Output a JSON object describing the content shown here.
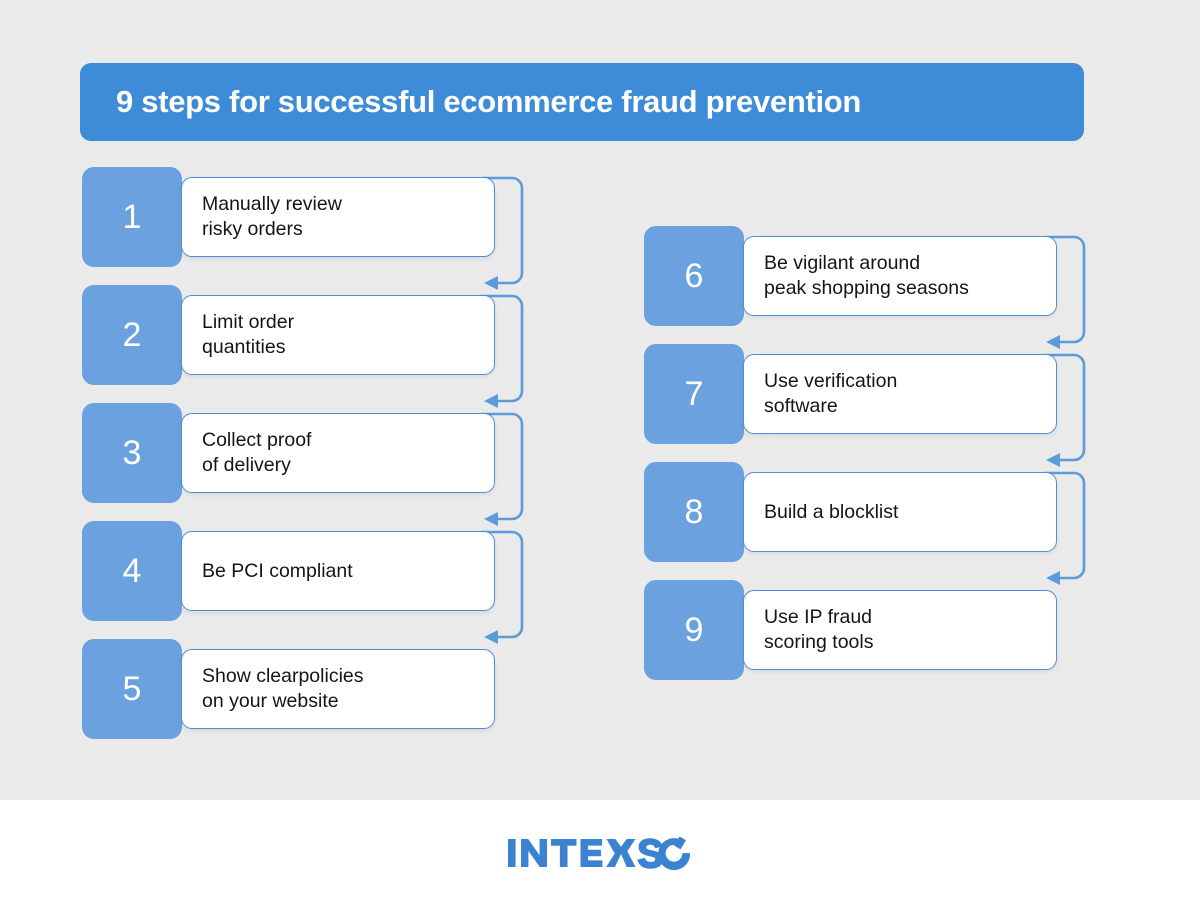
{
  "header": {
    "title": "9 steps for successful ecommerce fraud prevention"
  },
  "colors": {
    "background": "#eaeaea",
    "footer_background": "#ffffff",
    "banner_blue": "#3e8cd8",
    "badge_blue": "#6aa1de",
    "card_border_blue": "#4a90d9",
    "connector_blue": "#5b9bd9",
    "card_background": "#ffffff",
    "text_dark": "#151515",
    "logo_blue": "#3b82d0"
  },
  "left_column": {
    "steps": [
      {
        "number": "1",
        "text": "Manually review\nrisky orders"
      },
      {
        "number": "2",
        "text": "Limit order\nquantities"
      },
      {
        "number": "3",
        "text": "Collect proof\nof delivery"
      },
      {
        "number": "4",
        "text": "Be PCI compliant"
      },
      {
        "number": "5",
        "text": "Show clearpolicies\non your website"
      }
    ]
  },
  "right_column": {
    "steps": [
      {
        "number": "6",
        "text": "Be vigilant around\npeak shopping seasons"
      },
      {
        "number": "7",
        "text": "Use verification\nsoftware"
      },
      {
        "number": "8",
        "text": "Build a blocklist"
      },
      {
        "number": "9",
        "text": "Use IP fraud\nscoring tools"
      }
    ]
  },
  "footer": {
    "logo_text": "INTEXSOFT"
  }
}
